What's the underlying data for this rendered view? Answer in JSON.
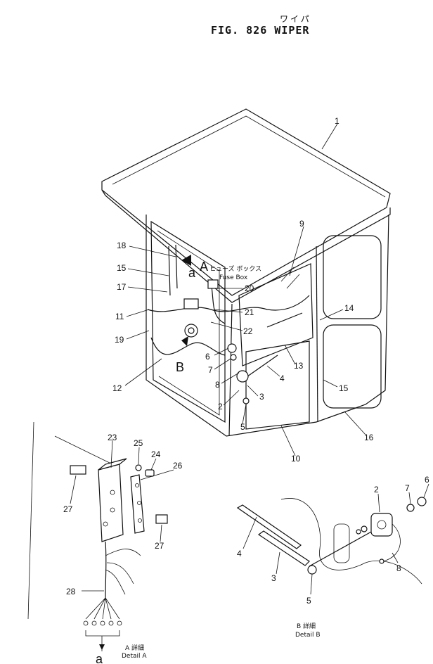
{
  "header": {
    "title_jp": "ワイパ",
    "title": "FIG. 826  WIPER"
  },
  "main_view": {
    "callouts": [
      "1",
      "9",
      "18",
      "15",
      "17",
      "11",
      "19",
      "12",
      "20",
      "21",
      "22",
      "14",
      "13",
      "6",
      "7",
      "8",
      "4",
      "3",
      "2",
      "5",
      "15",
      "16",
      "10"
    ],
    "markers": {
      "view_a": "A",
      "view_b": "B",
      "connector": "a"
    },
    "fuse_box_jp": "ヒューズ ボックス",
    "fuse_box": "Fuse Box"
  },
  "detail_a": {
    "callouts": [
      "23",
      "25",
      "24",
      "26",
      "27",
      "27",
      "28"
    ],
    "marker": "a",
    "caption_jp": "A 詳細",
    "caption": "Detail A"
  },
  "detail_b": {
    "callouts": [
      "2",
      "7",
      "6",
      "4",
      "3",
      "8",
      "5"
    ],
    "caption_jp": "B 詳細",
    "caption": "Detail B"
  }
}
